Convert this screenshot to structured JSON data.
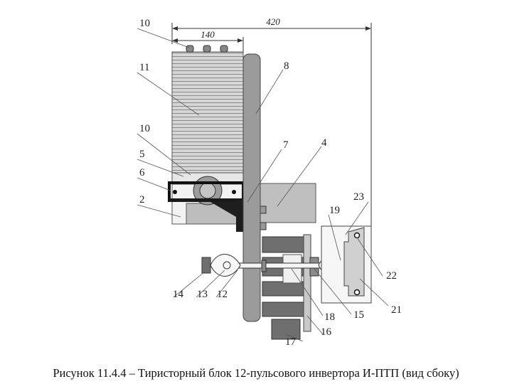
{
  "diagram": {
    "dimensions": {
      "overall_width": "420",
      "heatsink_width": "140"
    },
    "labels": [
      {
        "id": "10-top",
        "text": "10"
      },
      {
        "id": "11",
        "text": "11"
      },
      {
        "id": "8",
        "text": "8"
      },
      {
        "id": "10-mid",
        "text": "10"
      },
      {
        "id": "5",
        "text": "5"
      },
      {
        "id": "6",
        "text": "6"
      },
      {
        "id": "7",
        "text": "7"
      },
      {
        "id": "4",
        "text": "4"
      },
      {
        "id": "2",
        "text": "2"
      },
      {
        "id": "23",
        "text": "23"
      },
      {
        "id": "19",
        "text": "19"
      },
      {
        "id": "22",
        "text": "22"
      },
      {
        "id": "21",
        "text": "21"
      },
      {
        "id": "14",
        "text": "14"
      },
      {
        "id": "13",
        "text": "13"
      },
      {
        "id": "12",
        "text": "12"
      },
      {
        "id": "18",
        "text": "18"
      },
      {
        "id": "15",
        "text": "15"
      },
      {
        "id": "16",
        "text": "16"
      },
      {
        "id": "17",
        "text": "17"
      }
    ],
    "caption": "Рисунок 11.4.4 – Тиристорный блок 12-пульсового инвертора И-ПТП (вид сбоку)"
  }
}
